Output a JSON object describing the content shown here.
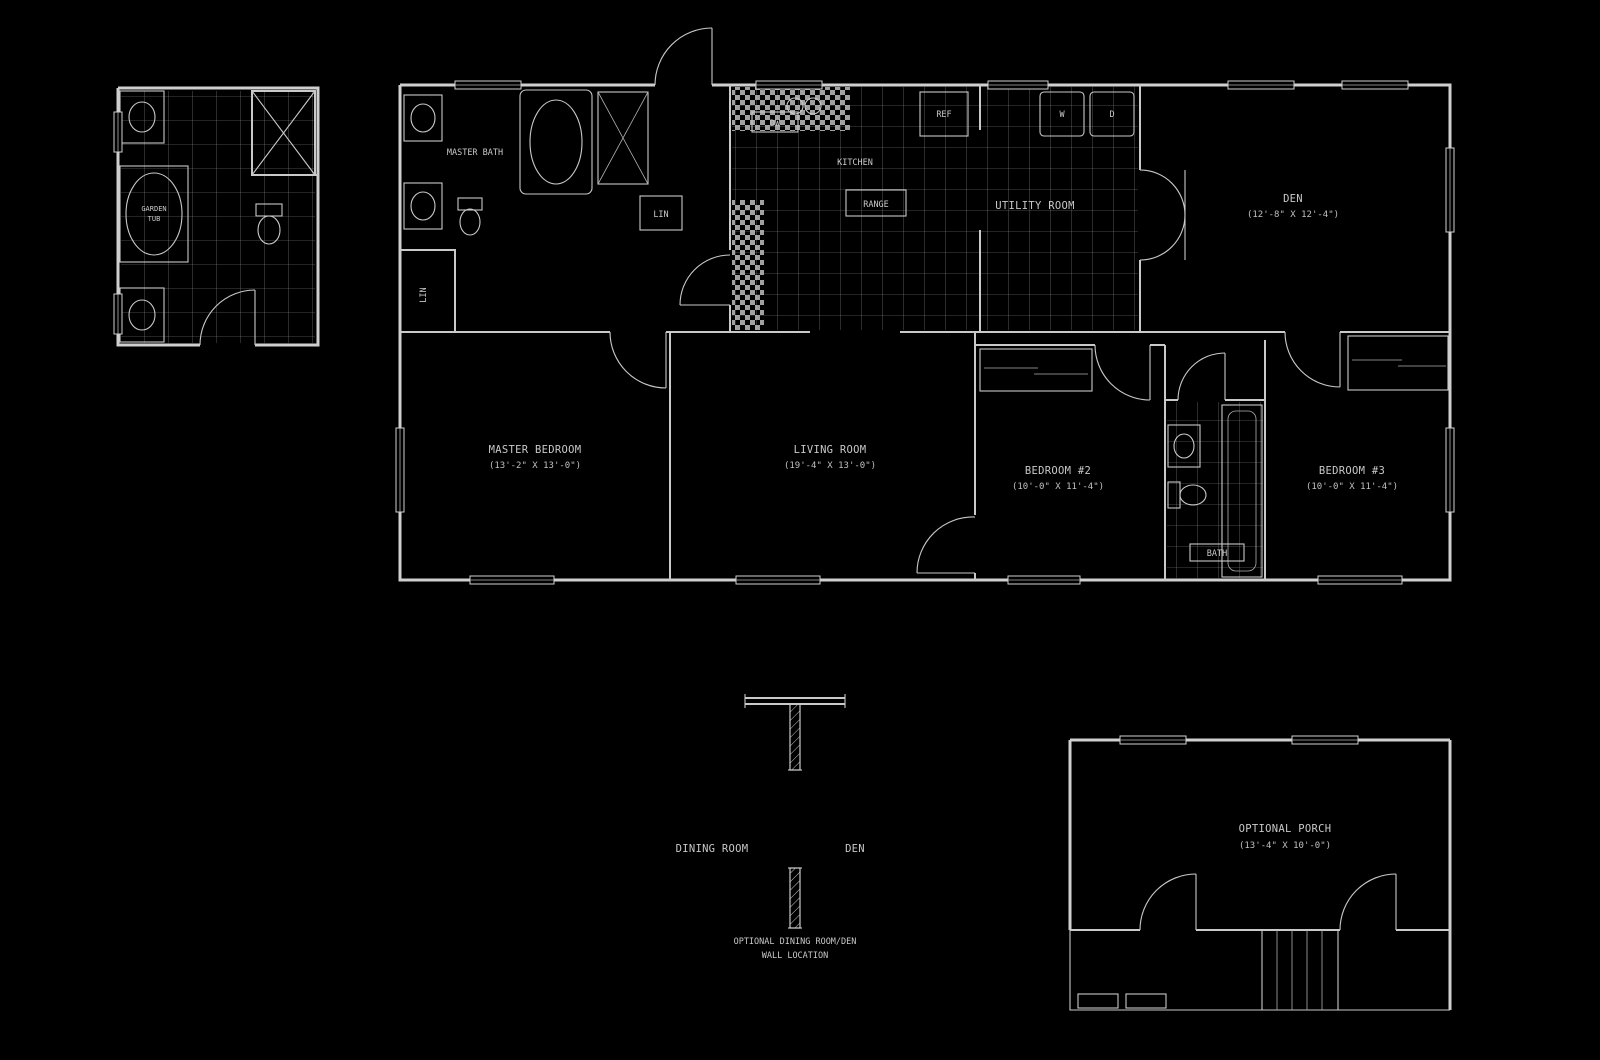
{
  "canvas": {
    "background": "#000000",
    "line_color": "#c9c9c9"
  },
  "detail_plan": {
    "tub_line1": "GARDEN",
    "tub_line2": "TUB"
  },
  "main_plan": {
    "master_bath_label": "MASTER BATH",
    "lin_label": "LIN",
    "dw_label": "DW",
    "kitchen_label": "KITCHEN",
    "range_label": "RANGE",
    "ref_label": "REF",
    "washer_label": "W",
    "dryer_label": "D",
    "utility_label": "UTILITY ROOM",
    "den_label": "DEN",
    "den_dims": "(12'-8\" X 12'-4\")",
    "master_bedroom_label": "MASTER BEDROOM",
    "master_bedroom_dims": "(13'-2\" X 13'-0\")",
    "living_label": "LIVING ROOM",
    "living_dims": "(19'-4\" X 13'-0\")",
    "bedroom2_label": "BEDROOM #2",
    "bedroom2_dims": "(10'-0\" X 11'-4\")",
    "bath_label": "BATH",
    "bedroom3_label": "BEDROOM #3",
    "bedroom3_dims": "(10'-0\" X 11'-4\")"
  },
  "option_wall": {
    "dining_label": "DINING ROOM",
    "den_label": "DEN",
    "caption_line1": "OPTIONAL DINING ROOM/DEN",
    "caption_line2": "WALL LOCATION"
  },
  "option_porch": {
    "label": "OPTIONAL PORCH",
    "dims": "(13'-4\" X 10'-0\")"
  }
}
